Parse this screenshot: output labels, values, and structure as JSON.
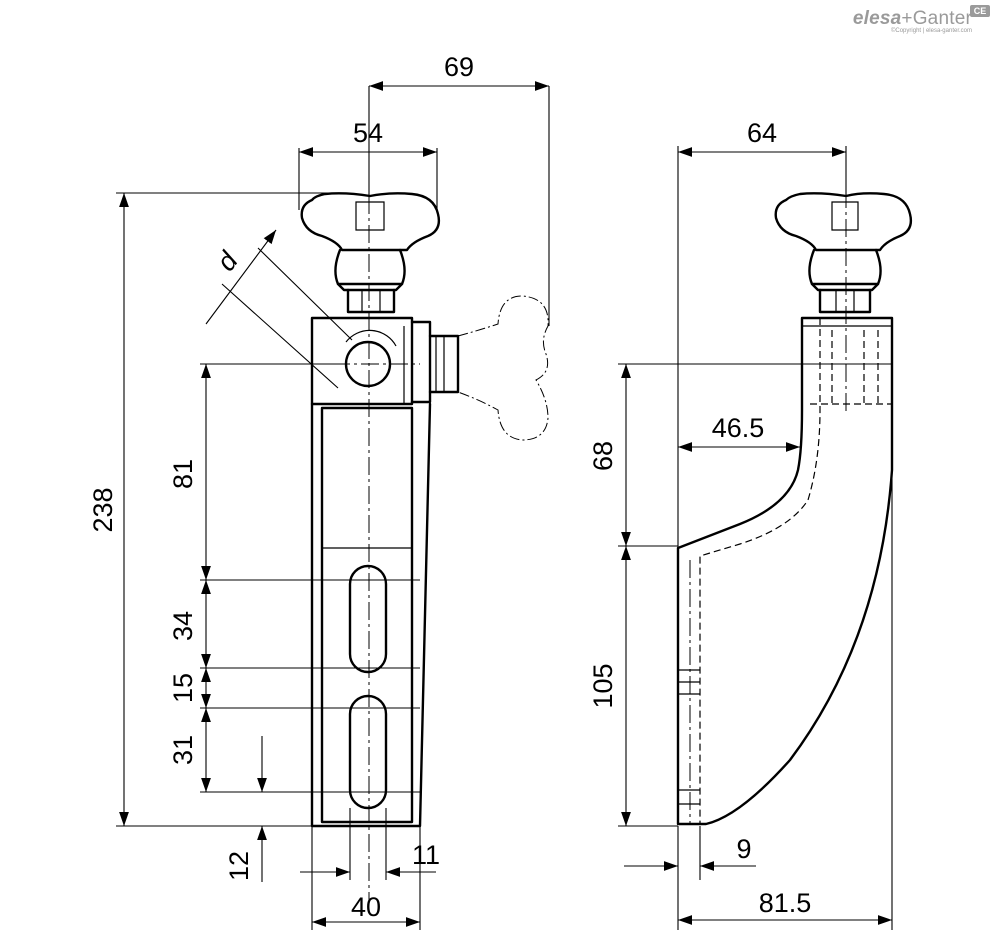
{
  "brand": {
    "name_part1": "elesa",
    "name_part2": "+Ganter",
    "copyright": "©Copyright | elesa-ganter.com",
    "mark": "CE"
  },
  "front_view": {
    "dimensions": {
      "overall_width_knob": "69",
      "knob_width": "54",
      "clamp_diameter": "d",
      "total_height": "238",
      "center_to_slot": "81",
      "slot_upper_length": "34",
      "slot_gap": "15",
      "slot_lower_length": "31",
      "bottom_offset": "12",
      "slot_width": "11",
      "body_width": "40"
    }
  },
  "side_view": {
    "dimensions": {
      "knob_span": "64",
      "offset": "46.5",
      "upper_height": "68",
      "lower_height": "105",
      "foot_thickness": "9",
      "total_depth": "81.5"
    }
  }
}
